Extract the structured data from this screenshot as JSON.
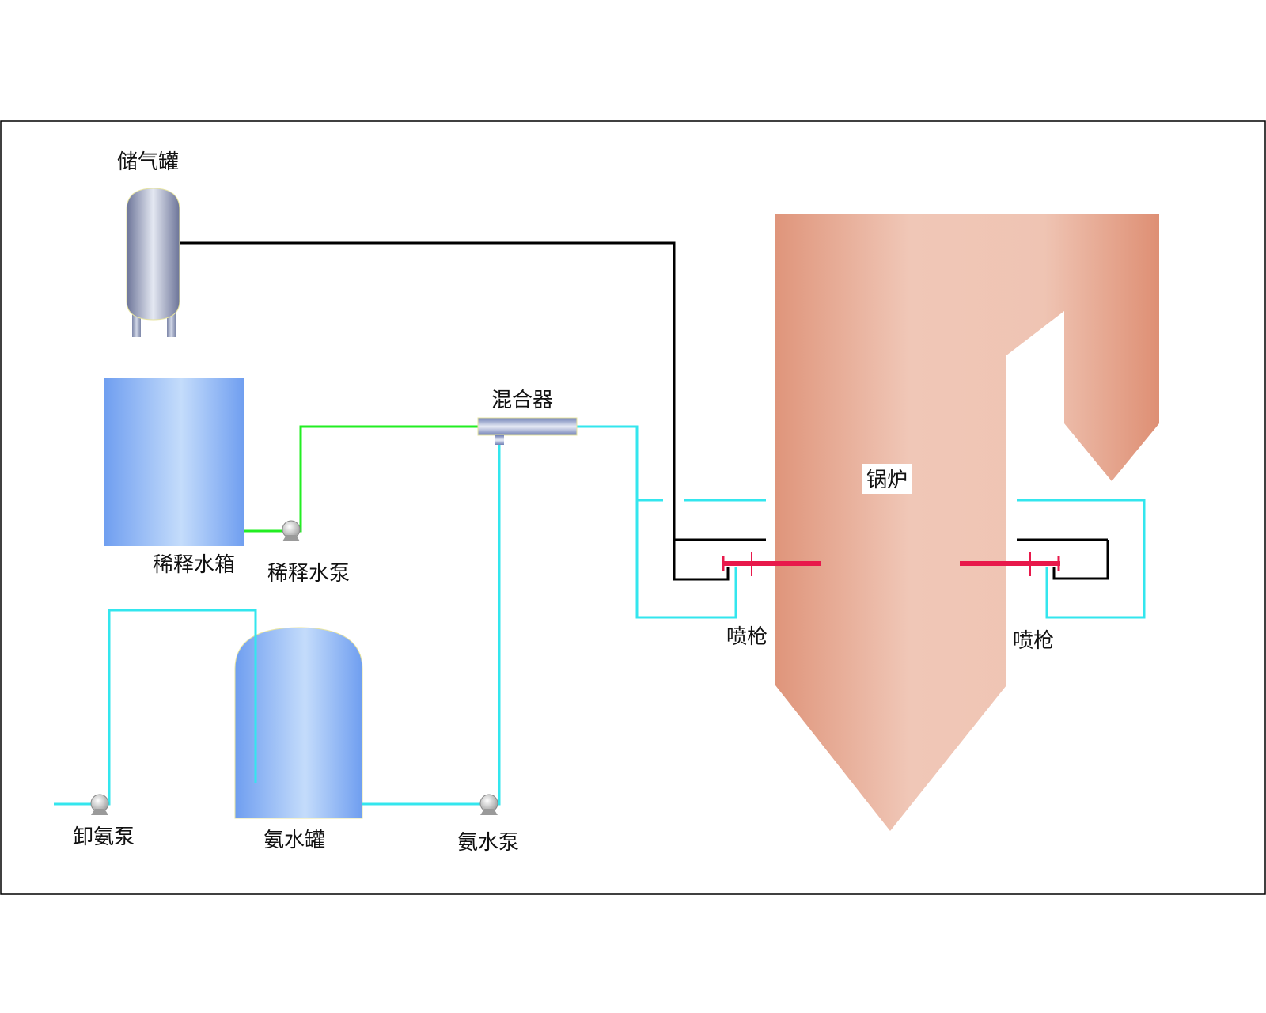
{
  "labels": {
    "gas_tank": "储气罐",
    "dilution_tank": "稀释水箱",
    "dilution_pump": "稀释水泵",
    "mixer": "混合器",
    "ammonia_tank": "氨水罐",
    "unload_pump": "卸氨泵",
    "ammonia_pump": "氨水泵",
    "boiler": "锅炉",
    "lance_left": "喷枪",
    "lance_right": "喷枪"
  },
  "colors": {
    "ammonia_line": "#33e6ee",
    "dilution_line": "#22ee22",
    "air_line": "#000000",
    "lance": "#e8194b",
    "boiler": "#e6a08a",
    "tank_blue": "#8fb8f5",
    "gas_tank": "#8d95b5"
  },
  "icons": {
    "pump": "centrifugal-pump-icon",
    "tank": "vertical-tank-icon",
    "mixer": "static-mixer-icon",
    "lance": "injection-lance-icon"
  }
}
